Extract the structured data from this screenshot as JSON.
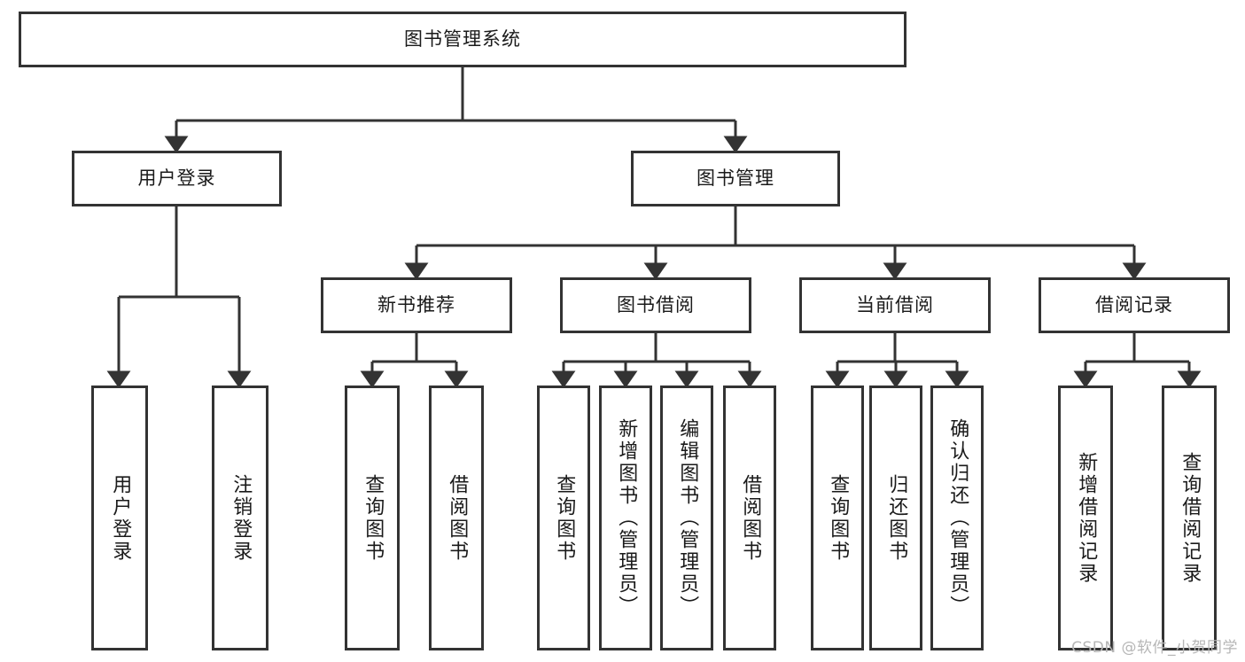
{
  "diagram": {
    "type": "tree-hierarchy-diagram",
    "title": "图书管理系统",
    "orientation": "top-down",
    "colors": {
      "background": "#ffffff",
      "box_border": "#333333",
      "box_fill": "#ffffff",
      "edge": "#333333",
      "text": "#1a1a1a",
      "watermark": "#b6b6b6"
    },
    "root": {
      "label": "图书管理系统"
    },
    "level2": [
      {
        "label": "用户登录"
      },
      {
        "label": "图书管理"
      }
    ],
    "level3": [
      {
        "label": "新书推荐"
      },
      {
        "label": "图书借阅"
      },
      {
        "label": "当前借阅"
      },
      {
        "label": "借阅记录"
      }
    ],
    "leaves": {
      "user_login": [
        {
          "label": "用户登录"
        },
        {
          "label": "注销登录"
        }
      ],
      "new_book_recommend": [
        {
          "label": "查询图书"
        },
        {
          "label": "借阅图书"
        }
      ],
      "book_borrow": [
        {
          "label": "查询图书"
        },
        {
          "label": "新增图书（管理员）"
        },
        {
          "label": "编辑图书（管理员）"
        },
        {
          "label": "借阅图书"
        }
      ],
      "current_borrow": [
        {
          "label": "查询图书"
        },
        {
          "label": "归还图书"
        },
        {
          "label": "确认归还（管理员）"
        }
      ],
      "borrow_record": [
        {
          "label": "新增借阅记录"
        },
        {
          "label": "查询借阅记录"
        }
      ]
    }
  },
  "watermark": {
    "text": "CSDN @软件_小贺同学"
  }
}
